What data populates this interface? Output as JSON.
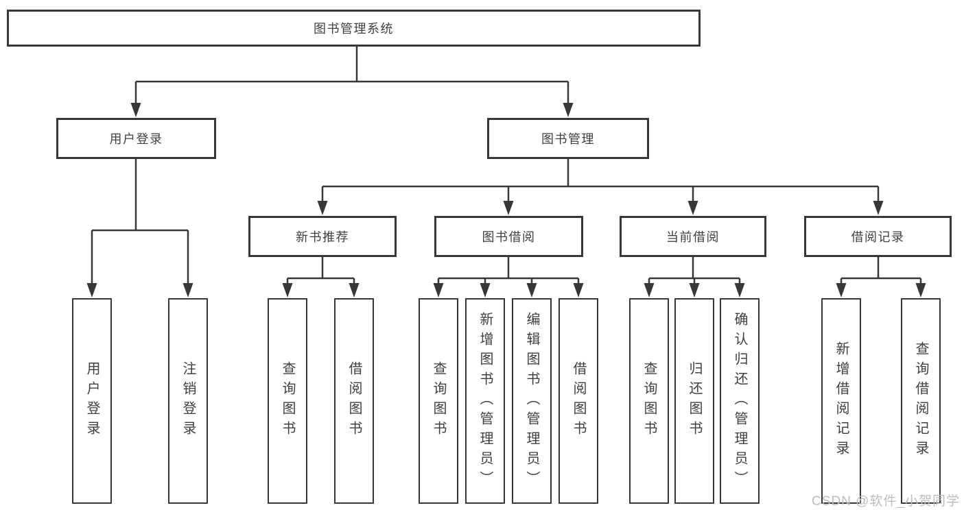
{
  "diagram": {
    "title": "图书管理系统",
    "root": {
      "label": "图书管理系统"
    },
    "level2": [
      {
        "label": "用户登录"
      },
      {
        "label": "图书管理"
      }
    ],
    "level3": [
      {
        "label": "新书推荐"
      },
      {
        "label": "图书借阅"
      },
      {
        "label": "当前借阅"
      },
      {
        "label": "借阅记录"
      }
    ],
    "leaves": [
      {
        "group": "用户登录",
        "label": "用户登录"
      },
      {
        "group": "用户登录",
        "label": "注销登录"
      },
      {
        "group": "新书推荐",
        "label": "查询图书"
      },
      {
        "group": "新书推荐",
        "label": "借阅图书"
      },
      {
        "group": "图书借阅",
        "label": "查询图书"
      },
      {
        "group": "图书借阅",
        "label": "新增图书（管理员）"
      },
      {
        "group": "图书借阅",
        "label": "编辑图书（管理员）"
      },
      {
        "group": "图书借阅",
        "label": "借阅图书"
      },
      {
        "group": "当前借阅",
        "label": "查询图书"
      },
      {
        "group": "当前借阅",
        "label": "归还图书"
      },
      {
        "group": "当前借阅",
        "label": "确认归还（管理员）"
      },
      {
        "group": "借阅记录",
        "label": "新增借阅记录"
      },
      {
        "group": "借阅记录",
        "label": "查询借阅记录"
      }
    ]
  },
  "watermark": {
    "text": "CSDN @软件_小贺同学"
  },
  "colors": {
    "line": "#373737",
    "border": "#373737",
    "text": "#3f3f3f",
    "watermark": "#bcbcbc",
    "background": "#ffffff"
  }
}
